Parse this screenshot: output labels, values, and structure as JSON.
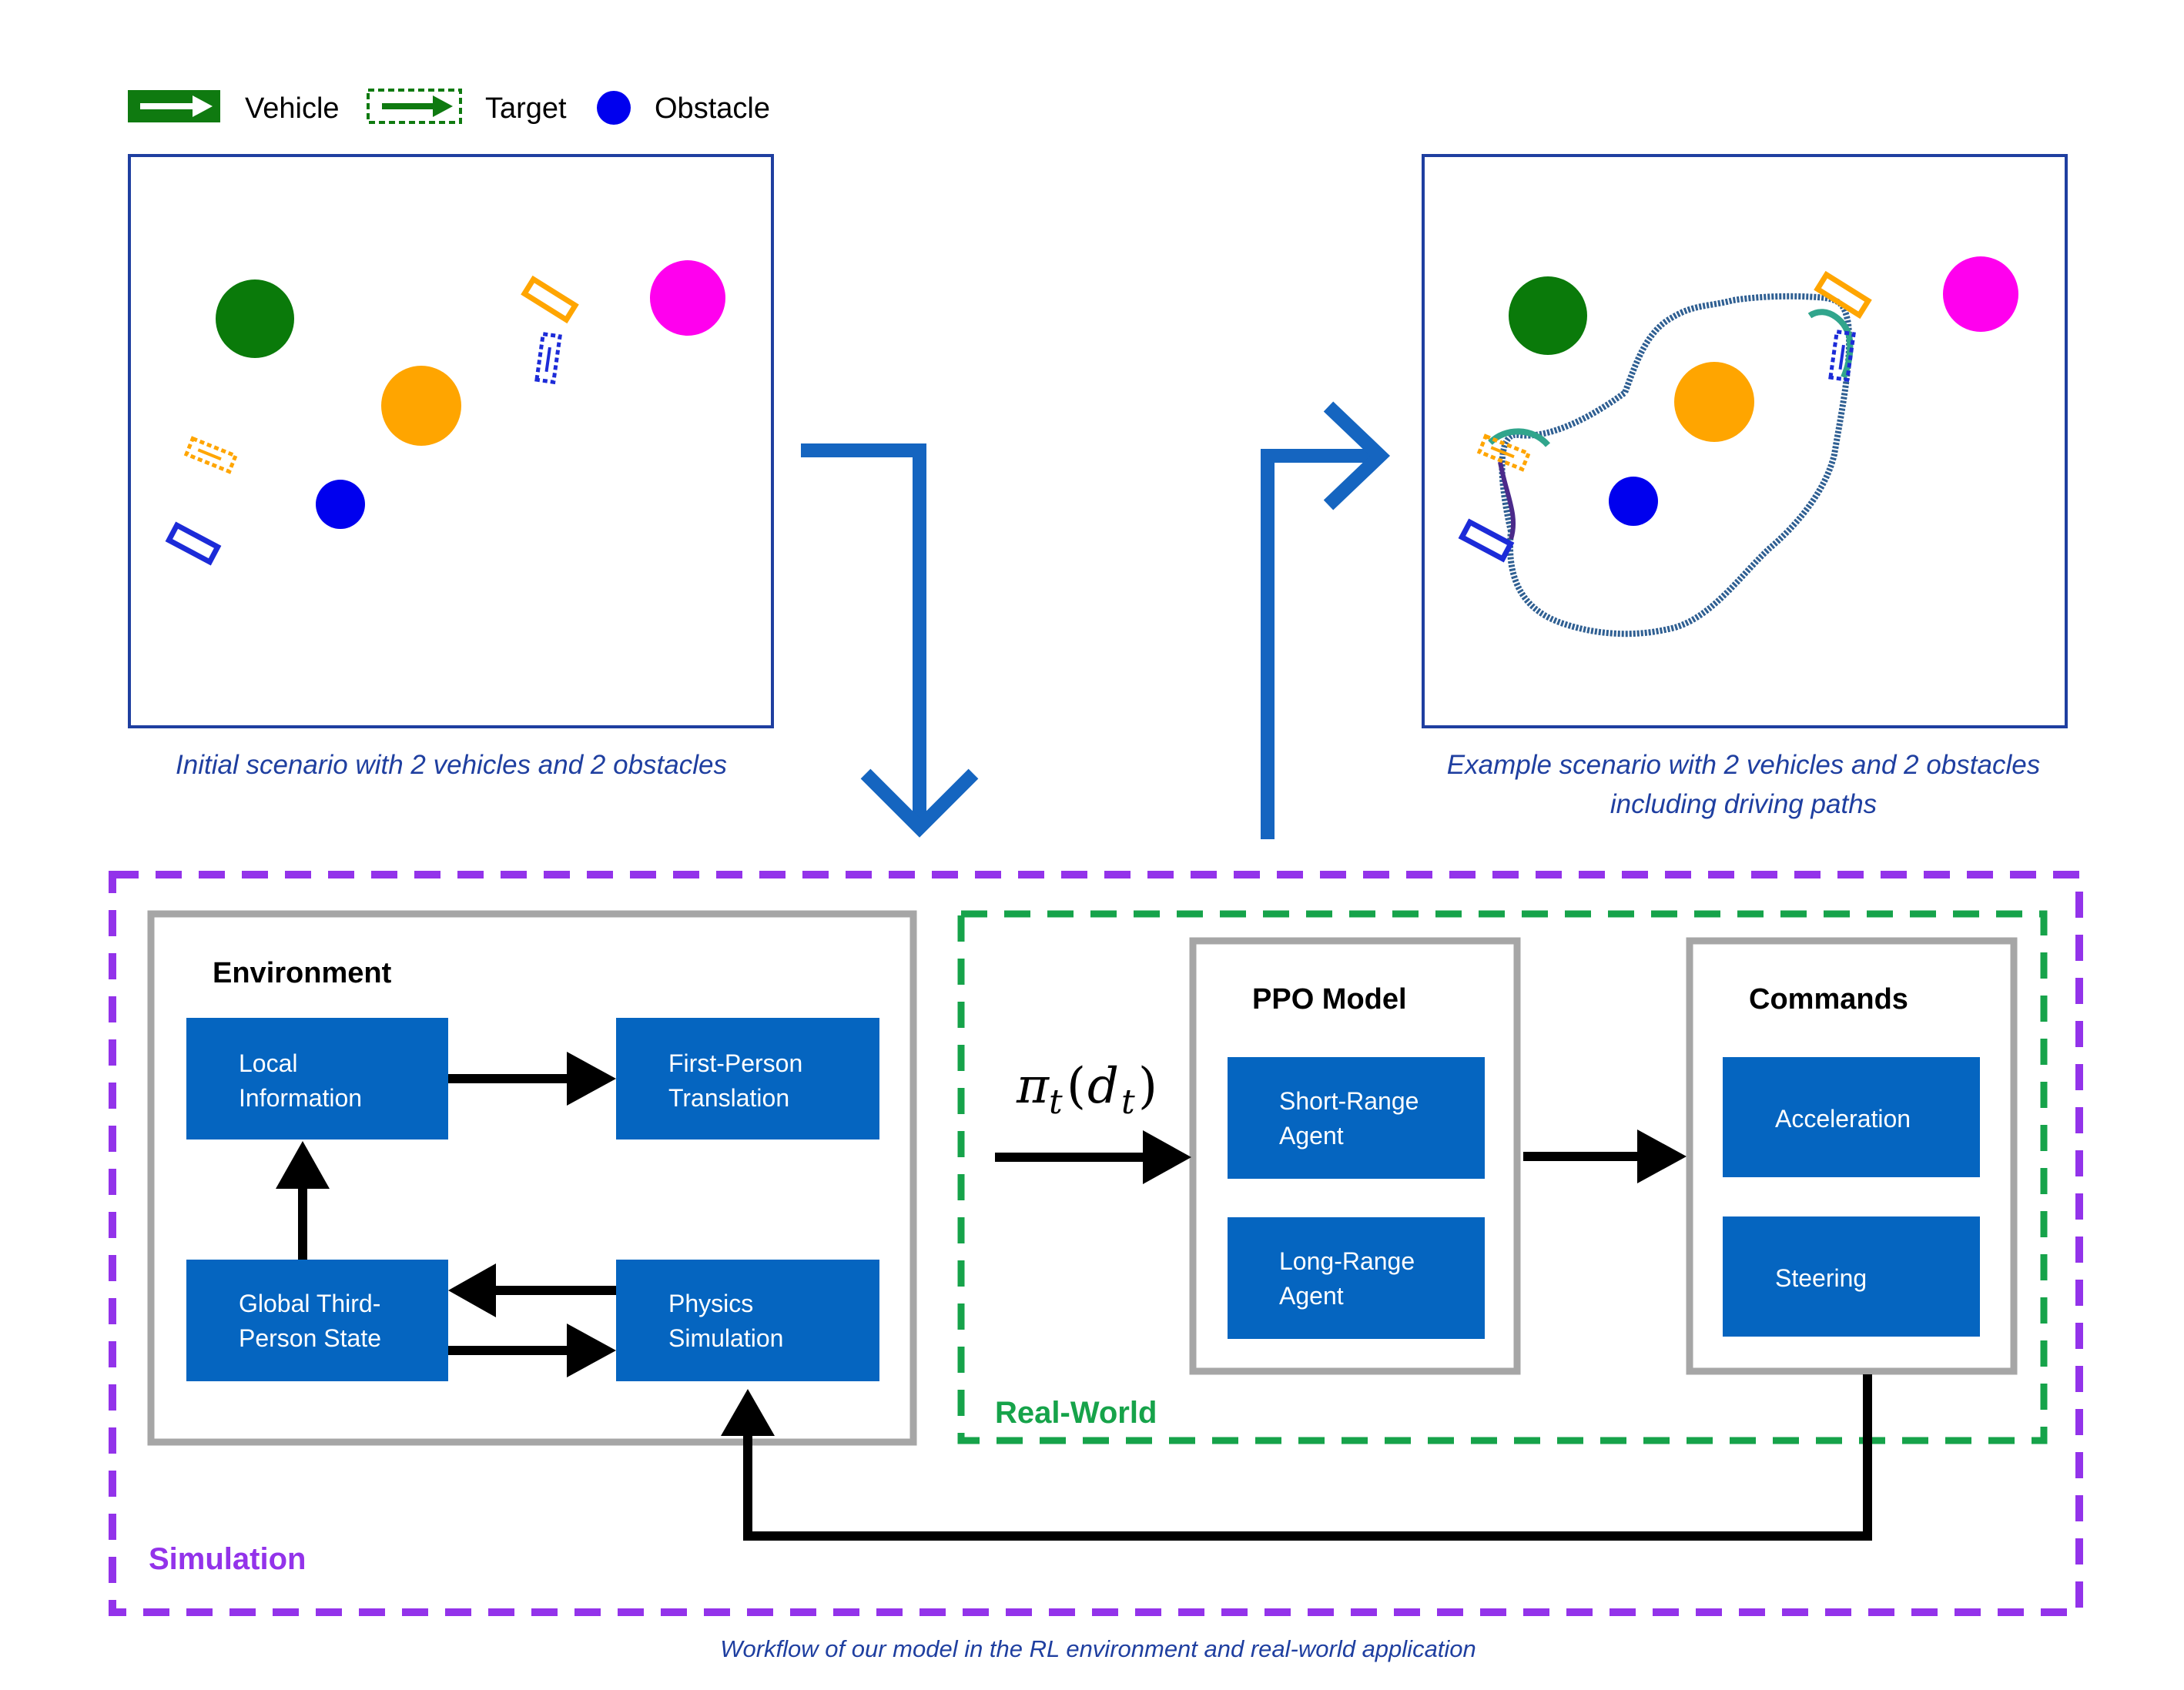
{
  "legend": {
    "vehicle_label": "Vehicle",
    "target_label": "Target",
    "obstacle_label": "Obstacle"
  },
  "captions": {
    "initial": "Initial scenario with 2 vehicles and 2 obstacles",
    "example_line1": "Example scenario with 2 vehicles and 2 obstacles",
    "example_line2": "including driving paths",
    "workflow": "Workflow of our model in the RL environment and real-world application"
  },
  "environment": {
    "title": "Environment",
    "local_line1": "Local",
    "local_line2": "Information",
    "first_person_line1": "First-Person",
    "first_person_line2": "Translation",
    "global_line1": "Global Third-",
    "global_line2": "Person State",
    "physics_line1": "Physics",
    "physics_line2": "Simulation"
  },
  "ppo": {
    "title": "PPO Model",
    "short_line1": "Short-Range",
    "short_line2": "Agent",
    "long_line1": "Long-Range",
    "long_line2": "Agent",
    "policy_pi": "π",
    "policy_sub_t": "t",
    "policy_d": "d",
    "policy_paren_open": "(",
    "policy_paren_close": ")"
  },
  "commands": {
    "title": "Commands",
    "acceleration": "Acceleration",
    "steering": "Steering"
  },
  "regions": {
    "real_world": "Real-World",
    "simulation": "Simulation"
  },
  "colors": {
    "box_blue": "#0565c0",
    "arrow_blue": "#1565c0",
    "frame_blue": "#1f3fa0",
    "sim_purple": "#9333ea",
    "real_green": "#16a34a",
    "gray_border": "#a6a6a6",
    "vehicle_green": "#0f7a10",
    "obstacle_blue": "#0000ee",
    "obstacle_green": "#0a7a0a",
    "obstacle_orange": "#ffa500",
    "obstacle_magenta": "#ff00ee"
  }
}
